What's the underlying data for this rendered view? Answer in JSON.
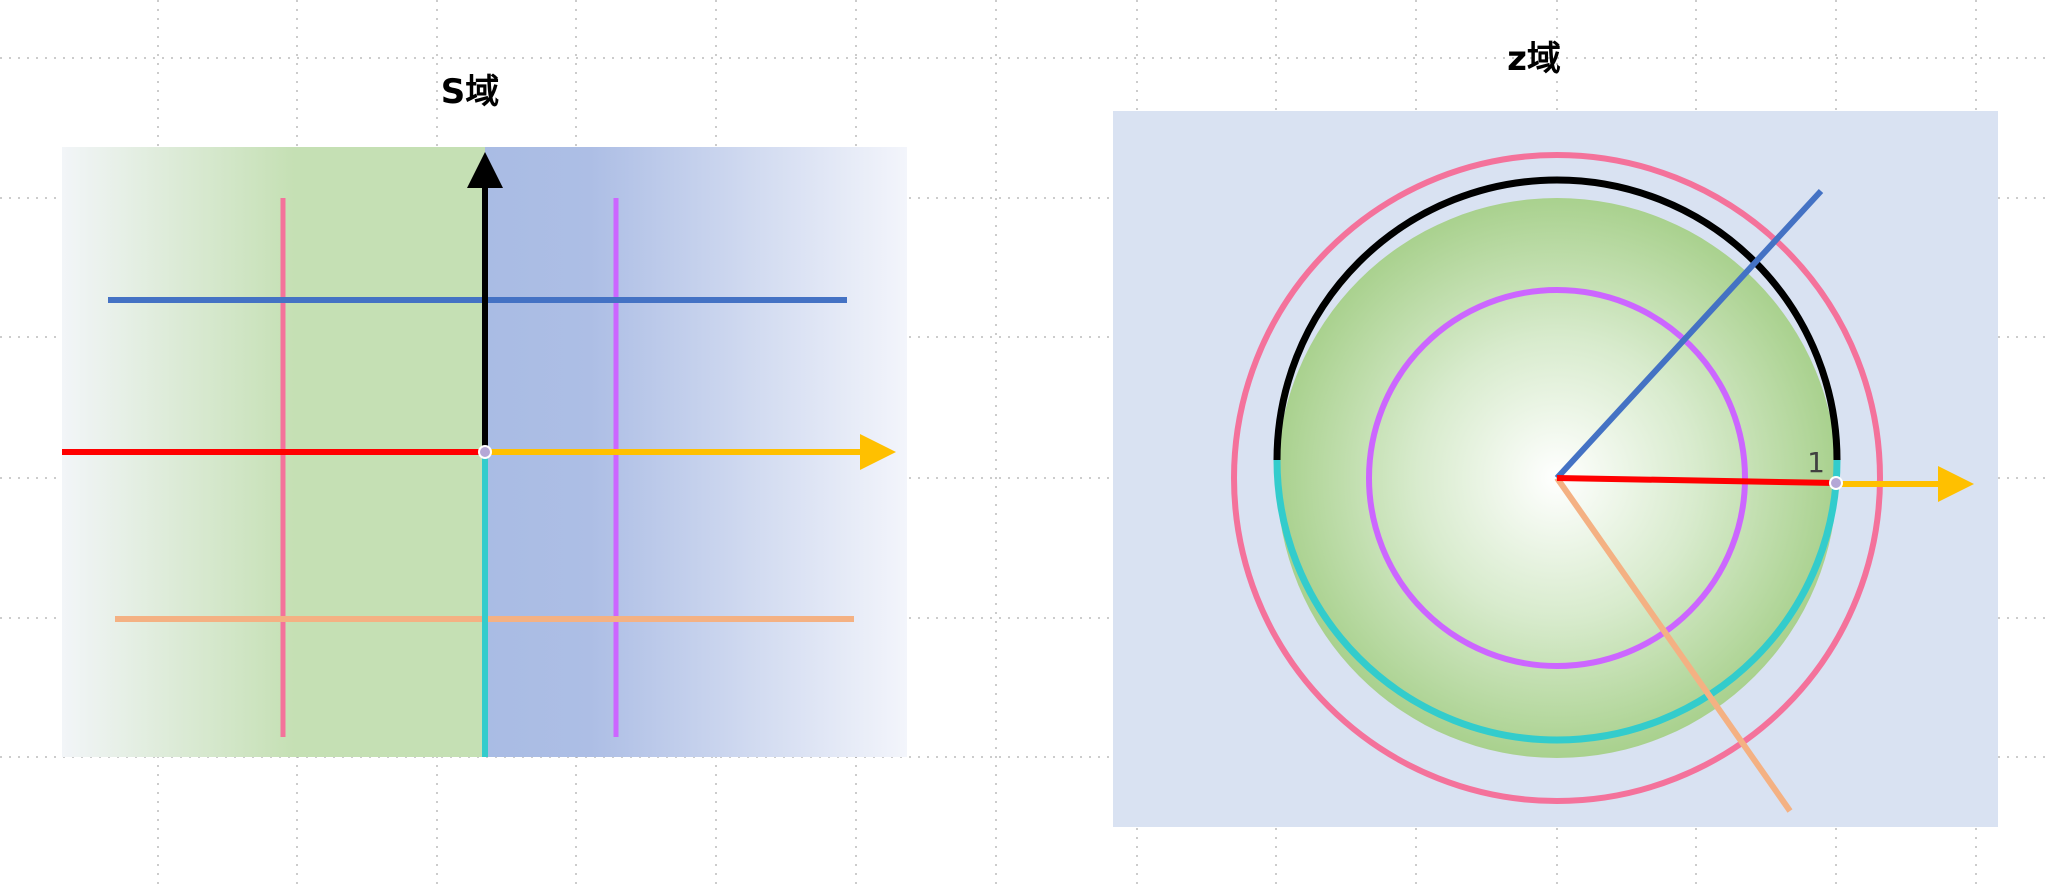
{
  "s_domain": {
    "title": "S域"
  },
  "z_domain": {
    "title": "z域",
    "unit_label": "1"
  },
  "colors": {
    "left_half_plane": "#c5e0b4",
    "right_half_plane": "#adbee5",
    "z_background": "#d9e2f2",
    "unit_disk": "#a9d18e",
    "dotted_grid": "#8c8c8c",
    "real_axis_negative": "#ff0000",
    "real_axis_positive": "#ffc000",
    "imag_axis_positive": "#000000",
    "imag_axis_negative": "#33cccc",
    "vertical_line_left": "#f4729b",
    "vertical_line_right": "#cc66ff",
    "horizontal_line_upper": "#4472c4",
    "horizontal_line_lower": "#f4b183",
    "origin_point": "#b4a7d6"
  }
}
